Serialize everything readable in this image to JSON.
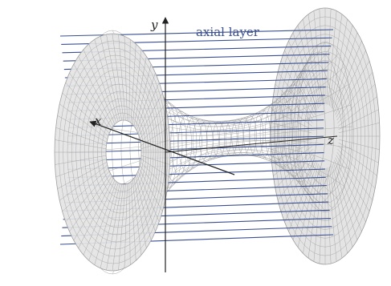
{
  "labels": {
    "axial_layer": "axial layer",
    "axis_x": "x",
    "axis_y": "y",
    "axis_z": "z"
  },
  "colors": {
    "axial_lines": "#3a4f8f",
    "axial_label": "#3a4f8f",
    "mesh": "#9a9a9a",
    "mesh_fill": "#e4e4e4",
    "axes": "#222222"
  }
}
